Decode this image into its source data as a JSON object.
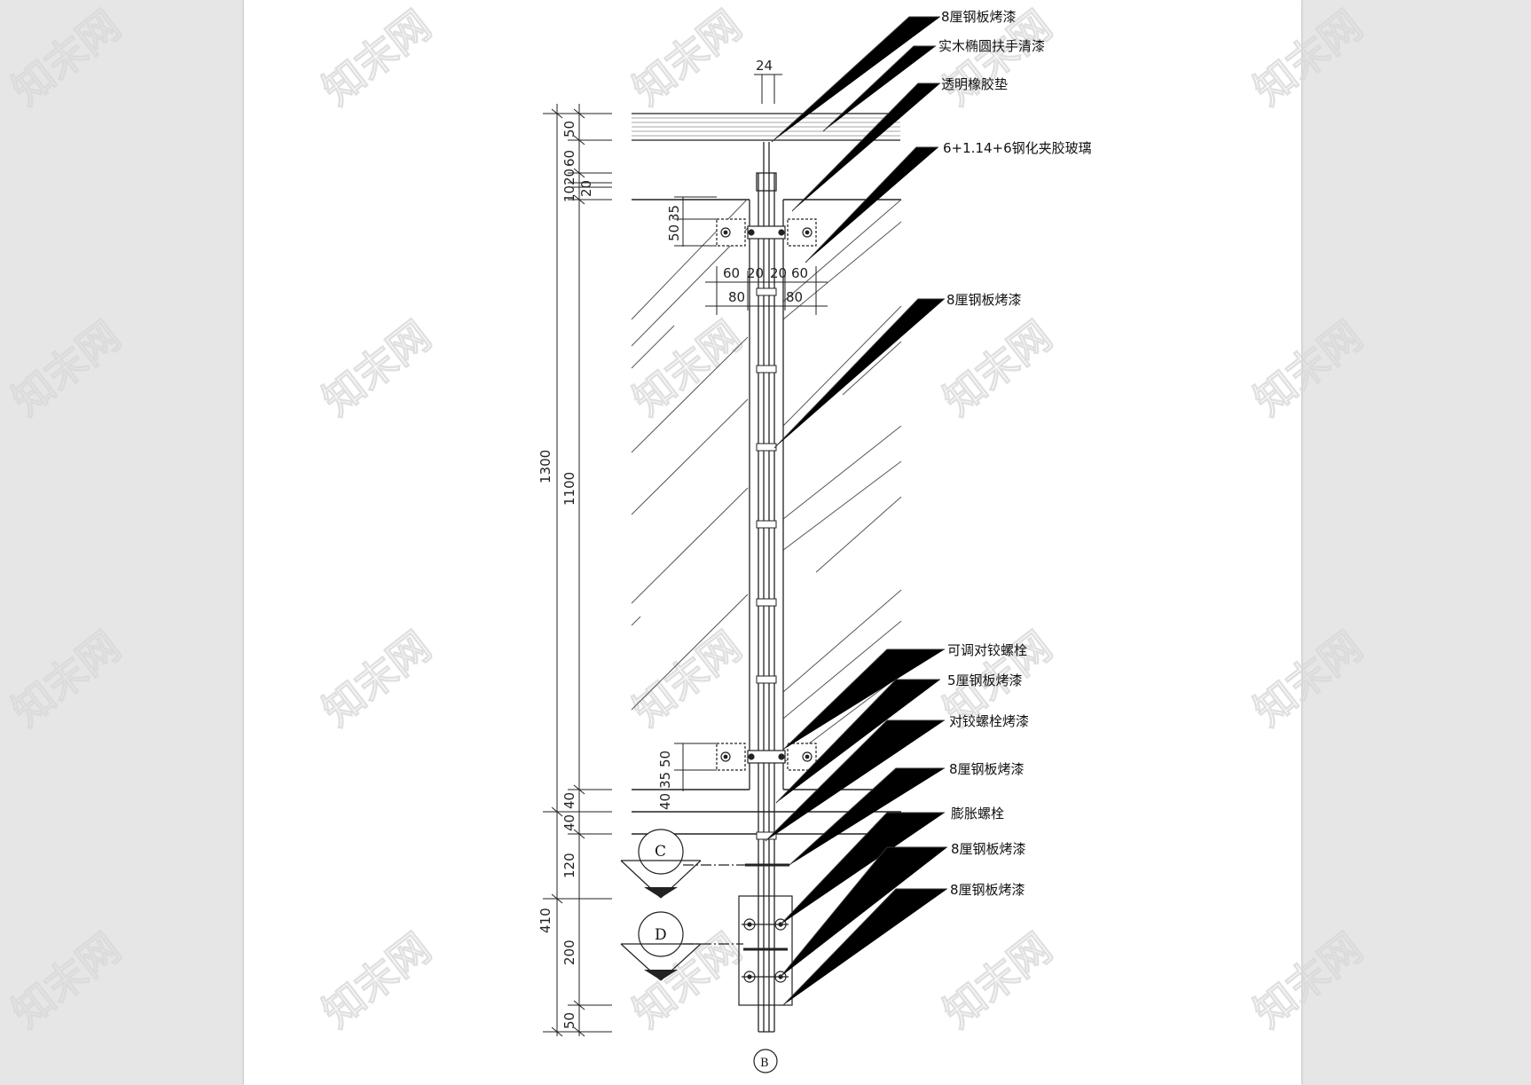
{
  "labels": {
    "l1": "8厘钢板烤漆",
    "l2": "实木椭圆扶手清漆",
    "l3": "透明橡胶垫",
    "l4": "6+1.14+6钢化夹胶玻璃",
    "l5": "8厘钢板烤漆",
    "l6": "可调对铰螺栓",
    "l7": "5厘钢板烤漆",
    "l8": "对铰螺栓烤漆",
    "l9": "8厘钢板烤漆",
    "l10": "膨胀螺栓",
    "l11": "8厘钢板烤漆",
    "l12": "8厘钢板烤漆"
  },
  "dims": {
    "top_24": "24",
    "d50a": "50",
    "d60": "60",
    "d20": "20",
    "d10": "10",
    "d20b": "20",
    "d1300": "1300",
    "d1100": "1100",
    "d35a": "35",
    "d50b": "50",
    "h60l": "60",
    "h20l": "20",
    "h20r": "20",
    "h60r": "60",
    "h80l": "80",
    "h80r": "80",
    "d50c": "50",
    "d35b": "35",
    "d40a": "40",
    "d40b": "40",
    "d40c": "40",
    "d120": "120",
    "d410": "410",
    "d200": "200",
    "d50d": "50"
  },
  "section_tags": {
    "c": "C",
    "d": "D",
    "b": "B"
  },
  "watermark": {
    "text": "知末网"
  }
}
